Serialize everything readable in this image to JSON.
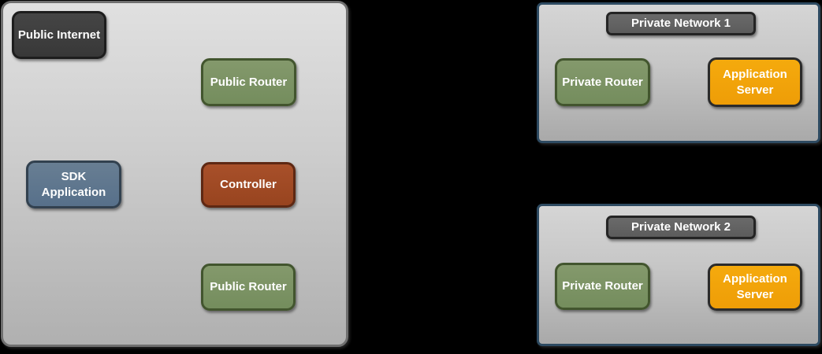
{
  "diagram": {
    "type": "network-architecture",
    "background_color": "#000000",
    "colors": {
      "cloud_fill_top": "#e0e0e0",
      "cloud_fill_bottom": "#b0b0b0",
      "cloud_border": "#6f6f6f",
      "network_border": "#2d4a61",
      "dark_node": "#3d3d3d",
      "green_node": "#7b9163",
      "blue_node": "#60758a",
      "rust_node": "#a04a26",
      "orange_node": "#f2a30c",
      "title_node": "#636363",
      "text": "#ffffff"
    }
  },
  "public_cloud": {
    "nodes": {
      "public_internet": "Public Internet",
      "public_router_top": "Public Router",
      "sdk_application": "SDK Application",
      "controller": "Controller",
      "public_router_bottom": "Public Router"
    }
  },
  "private_network_1": {
    "title": "Private Network 1",
    "nodes": {
      "private_router": "Private Router",
      "application_server": "Application Server"
    }
  },
  "private_network_2": {
    "title": "Private Network 2",
    "nodes": {
      "private_router": "Private Router",
      "application_server": "Application Server"
    }
  }
}
